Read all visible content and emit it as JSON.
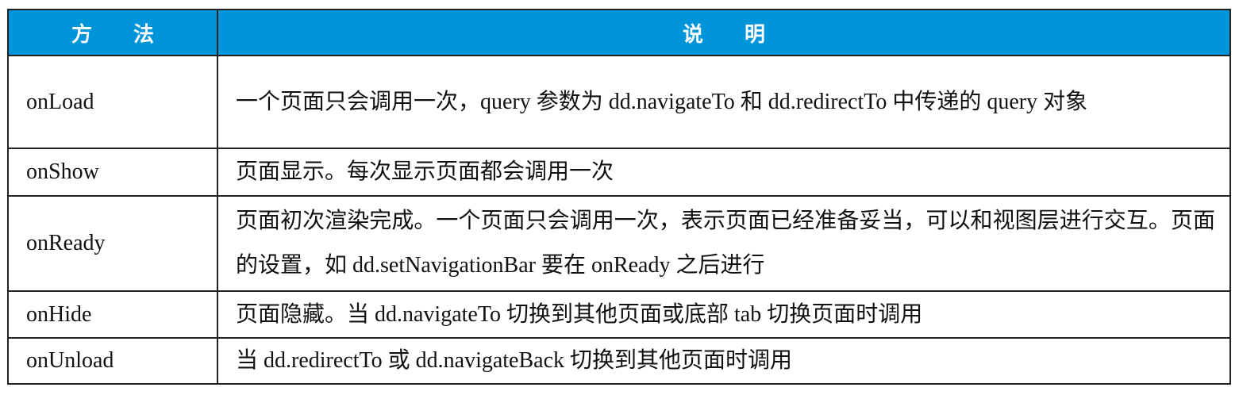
{
  "header": {
    "method": "方　　法",
    "description": "说　　明"
  },
  "rows": [
    {
      "method": "onLoad",
      "description": "一个页面只会调用一次，query 参数为 dd.navigateTo 和 dd.redirectTo 中传递的 query 对象"
    },
    {
      "method": "onShow",
      "description": "页面显示。每次显示页面都会调用一次"
    },
    {
      "method": "onReady",
      "description": "页面初次渲染完成。一个页面只会调用一次，表示页面已经准备妥当，可以和视图层进行交互。页面的设置，如 dd.setNavigationBar 要在 onReady 之后进行"
    },
    {
      "method": "onHide",
      "description": "页面隐藏。当 dd.navigateTo 切换到其他页面或底部 tab 切换页面时调用"
    },
    {
      "method": "onUnload",
      "description": "当 dd.redirectTo 或 dd.navigateBack 切换到其他页面时调用"
    }
  ],
  "colors": {
    "header_bg": "#0095d9",
    "header_text": "#ffffff",
    "border": "#222222"
  }
}
